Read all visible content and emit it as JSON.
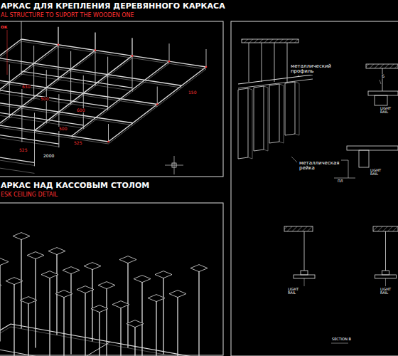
{
  "diagram": {
    "labels": [
      "АРКАС ДЛЯ КРЕПЛЕНИЯ ДЕРЕВЯННОГО КАРКАСА",
      "AL STRUCTURE TO SUPORT THE WOODEN ONE",
      "ок",
      "630",
      "500",
      "600",
      "150",
      "500",
      "525",
      "525",
      "2000",
      "АРКАС НАД КАССОВЫМ СТОЛОМ",
      "ESK CEILING DETAIL",
      "металлический профиль",
      "металлическая рейка",
      "LIGHT RAIL",
      "LIGHT RAIL",
      "Б",
      "ПЛ",
      "LIGHT RAIL",
      "LIGHT RAIL",
      "SECTION B"
    ]
  }
}
